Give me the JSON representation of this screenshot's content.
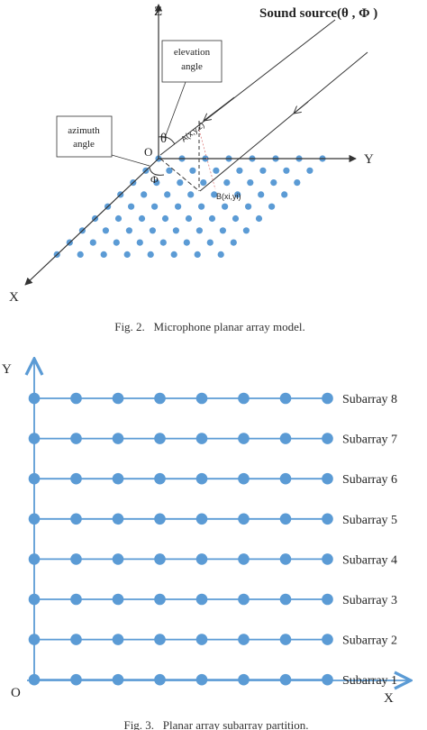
{
  "figure2": {
    "axes": {
      "z": "Z",
      "y": "Y",
      "x": "X",
      "origin": "O"
    },
    "sound_source_label": "Sound source(θ , Φ )",
    "elevation_callout": [
      "elevation",
      "angle"
    ],
    "azimuth_callout": [
      "azimuth",
      "angle"
    ],
    "theta_symbol": "θ",
    "phi_symbol": "Φ",
    "point_a": "A(x,y,z)",
    "point_b": "B(xi,yi)",
    "caption": "Fig. 2.   Microphone planar array model."
  },
  "figure3": {
    "axes": {
      "y": "Y",
      "x": "X",
      "origin": "O"
    },
    "subarrays": [
      "Subarray 8",
      "Subarray 7",
      "Subarray 6",
      "Subarray 5",
      "Subarray 4",
      "Subarray 3",
      "Subarray 2",
      "Subarray 1"
    ],
    "nodes_per_subarray": 8,
    "caption": "Fig. 3.   Planar array subarray partition."
  },
  "colors": {
    "node": "#5b9bd5",
    "axis_blue": "#5b9bd5",
    "line": "#333333"
  }
}
